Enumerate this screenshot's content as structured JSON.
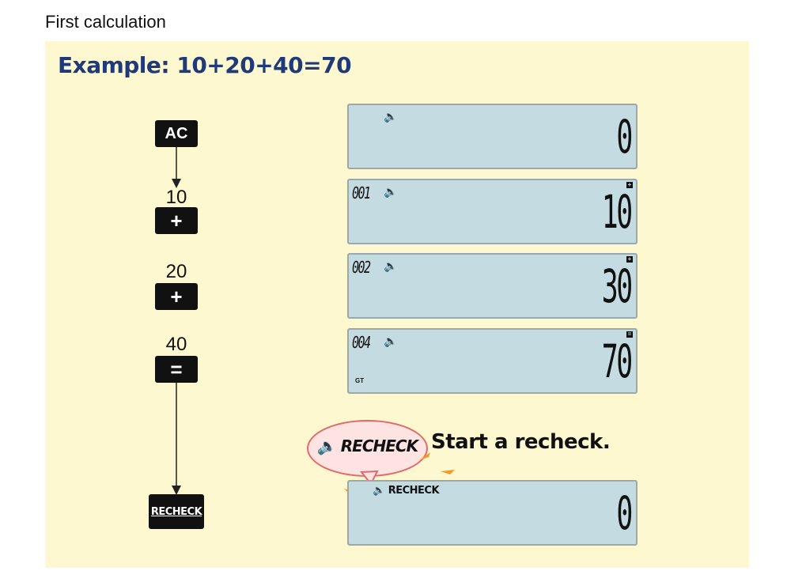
{
  "page_heading": "First calculation",
  "example_title": "Example: 10+20+40=70",
  "keys": {
    "ac": "AC",
    "plus1": "+",
    "plus2": "+",
    "equals": "=",
    "recheck": "RECHECK"
  },
  "inputs": [
    "10",
    "20",
    "40"
  ],
  "displays": [
    {
      "counter": "",
      "value": "0",
      "sign": "",
      "gt": ""
    },
    {
      "counter": "001",
      "value": "10",
      "sign": "+",
      "gt": ""
    },
    {
      "counter": "002",
      "value": "30",
      "sign": "+",
      "gt": ""
    },
    {
      "counter": "004",
      "value": "70",
      "sign": "=",
      "gt": "GT"
    },
    {
      "counter": "",
      "value": "0",
      "sign": "",
      "gt": "",
      "recheck": "RECHECK"
    }
  ],
  "callout": {
    "bubble": "RECHECK",
    "text": "Start a recheck."
  },
  "colors": {
    "panel_bg": "#fdf8cf",
    "title": "#1f3a7a",
    "lcd_bg": "#c4dbe2",
    "accent_orange": "#f59a23",
    "bubble_border": "#e06a6a"
  },
  "icons": [
    "speaker-icon"
  ]
}
